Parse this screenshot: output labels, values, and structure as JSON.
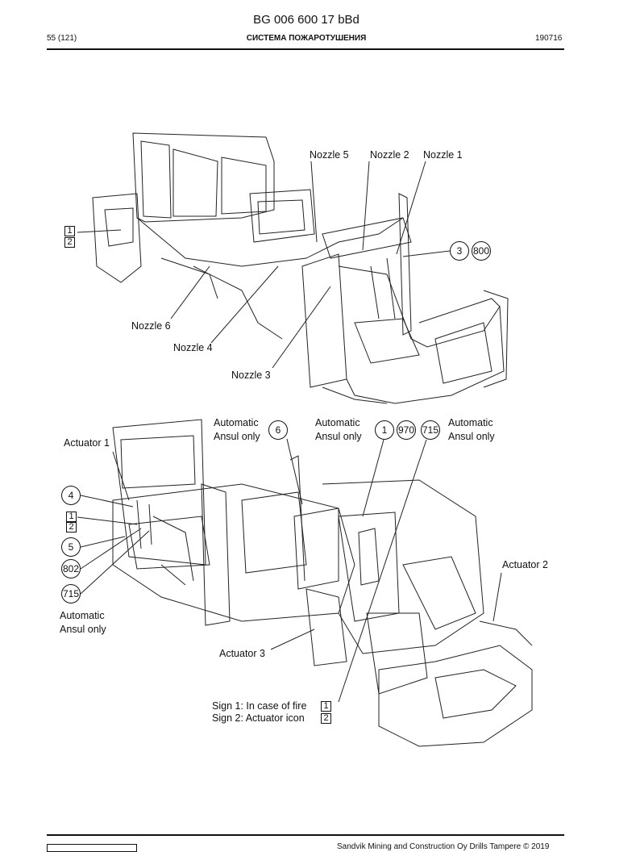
{
  "header": {
    "doc_id": "BG 006 600 17 bBd",
    "page": "55 (121)",
    "section": "СИСТЕМА ПОЖАРОТУШЕНИЯ",
    "date": "190716"
  },
  "top_diagram": {
    "nozzle_5": "Nozzle 5",
    "nozzle_2": "Nozzle 2",
    "nozzle_1": "Nozzle 1",
    "nozzle_6": "Nozzle 6",
    "nozzle_4": "Nozzle 4",
    "nozzle_3": "Nozzle 3",
    "sign_1": "1",
    "sign_2": "2",
    "callout_a": "3",
    "callout_b": "800"
  },
  "bottom_diagram": {
    "actuator_1": "Actuator 1",
    "actuator_2": "Actuator 2",
    "actuator_3": "Actuator 3",
    "auto_left_1": "Automatic",
    "auto_left_2": "Ansul only",
    "auto_mid_1": "Automatic",
    "auto_mid_2": "Ansul only",
    "auto_right_1": "Automatic",
    "auto_right_2": "Ansul only",
    "auto_bottom_1": "Automatic",
    "auto_bottom_2": "Ansul only",
    "callout_6": "6",
    "callout_1": "1",
    "callout_970": "970",
    "callout_715_top": "715",
    "callout_4": "4",
    "sign_1": "1",
    "sign_2": "2",
    "callout_5": "5",
    "callout_802": "802",
    "callout_715_left": "715",
    "legend_sign1": "Sign 1: In case of fire",
    "legend_sign2": "Sign 2: Actuator icon",
    "legend_box1": "1",
    "legend_box2": "2"
  },
  "footer": {
    "copyright": "Sandvik Mining and Construction Oy Drills Tampere © 2019"
  }
}
